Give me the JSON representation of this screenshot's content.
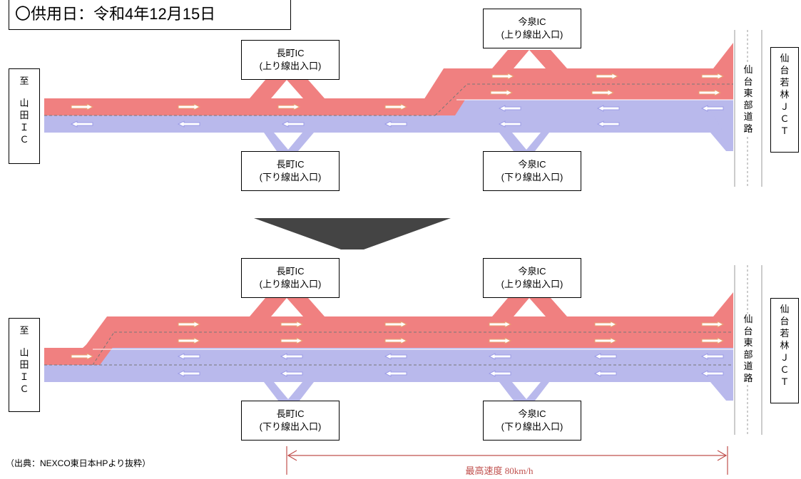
{
  "header": {
    "open_date": "〇供用日：令和4年12月15日"
  },
  "source_note": "（出典：NEXCO東日本HPより抜粋）",
  "speed_limit": "最高速度 80km/h",
  "colors": {
    "up_lane": "#f08080",
    "down_lane": "#b9b9ec",
    "arrow_down": "#9a9ae6",
    "transition_arrow": "#444444"
  },
  "before": {
    "origin": [
      "至",
      "山",
      "田",
      "Ｉ",
      "Ｃ"
    ],
    "destination": [
      "仙",
      "台",
      "若",
      "林",
      "Ｊ",
      "Ｃ",
      "Ｔ"
    ],
    "east_road": [
      "仙",
      "台",
      "東",
      "部",
      "道",
      "路"
    ],
    "nagamachi_up": [
      "長町IC",
      "(上り線出入口)"
    ],
    "imaizumi_up": [
      "今泉IC",
      "(上り線出入口)"
    ],
    "nagamachi_down": [
      "長町IC",
      "(下り線出入口)"
    ],
    "imaizumi_down": [
      "今泉IC",
      "(下り線出入口)"
    ]
  },
  "after": {
    "origin": [
      "至",
      "山",
      "田",
      "Ｉ",
      "Ｃ"
    ],
    "destination": [
      "仙",
      "台",
      "若",
      "林",
      "Ｊ",
      "Ｃ",
      "Ｔ"
    ],
    "east_road": [
      "仙",
      "台",
      "東",
      "部",
      "道",
      "路"
    ],
    "nagamachi_up": [
      "長町IC",
      "(上り線出入口)"
    ],
    "imaizumi_up": [
      "今泉IC",
      "(上り線出入口)"
    ],
    "nagamachi_down": [
      "長町IC",
      "(下り線出入口)"
    ],
    "imaizumi_down": [
      "今泉IC",
      "(下り線出入口)"
    ]
  }
}
